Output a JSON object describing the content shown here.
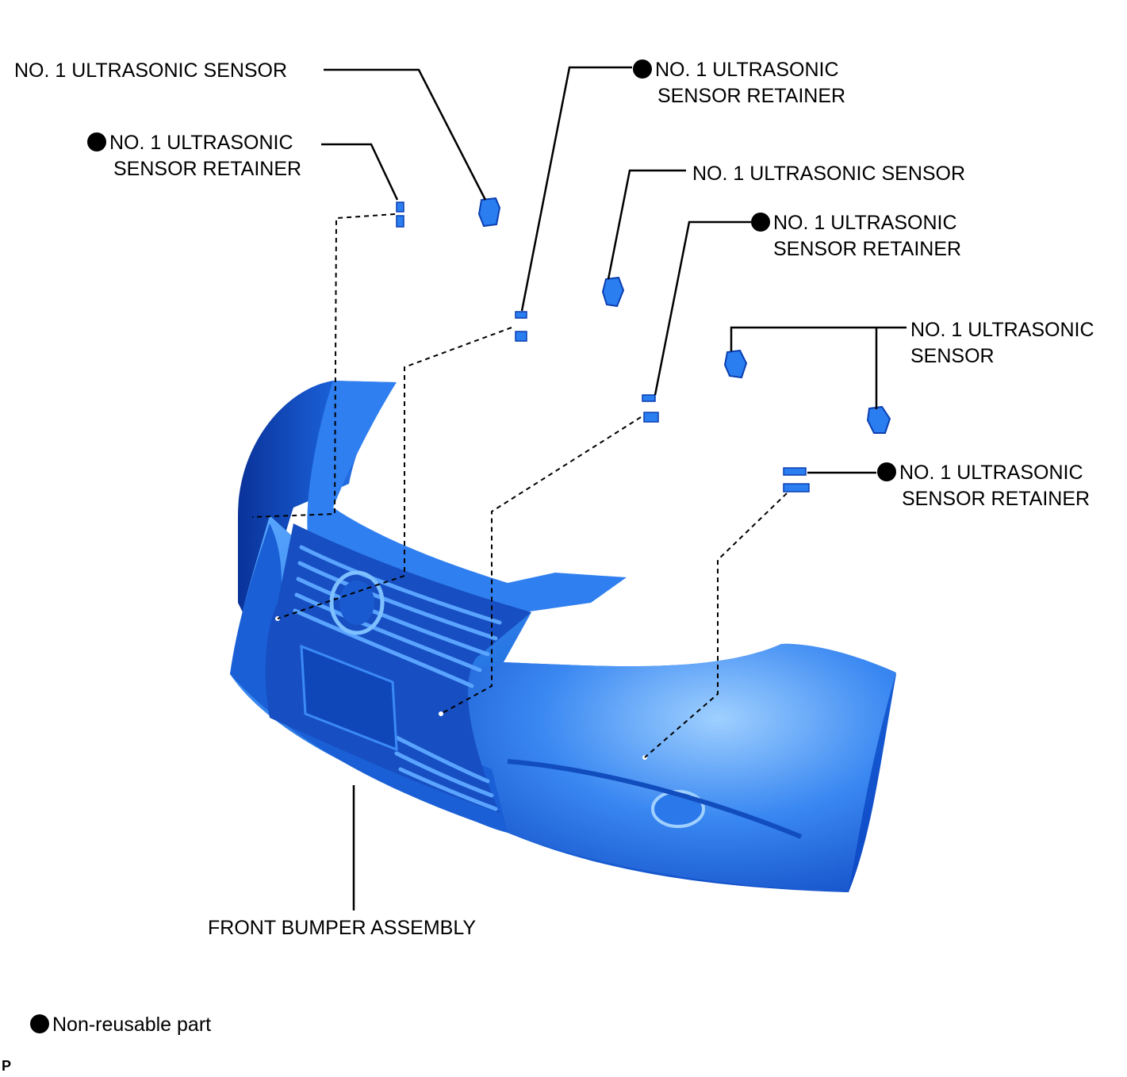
{
  "labels": {
    "sensor_top_left": "NO. 1 ULTRASONIC SENSOR",
    "retainer_left_line1": "NO. 1 ULTRASONIC",
    "retainer_left_line2": "SENSOR RETAINER",
    "retainer_top_center_line1": "NO. 1 ULTRASONIC",
    "retainer_top_center_line2": "SENSOR RETAINER",
    "sensor_center": "NO. 1 ULTRASONIC SENSOR",
    "retainer_center_line1": "NO. 1 ULTRASONIC",
    "retainer_center_line2": "SENSOR RETAINER",
    "sensor_right_line1": "NO. 1 ULTRASONIC",
    "sensor_right_line2": "SENSOR",
    "retainer_right_line1": "NO. 1 ULTRASONIC",
    "retainer_right_line2": "SENSOR RETAINER",
    "bumper": "FRONT BUMPER ASSEMBLY"
  },
  "legend": {
    "symbol_icon": "filled-circle-icon",
    "text": "Non-reusable part"
  },
  "corner_mark": "P",
  "colors": {
    "bumper": "#1f6fe0",
    "bumper_dark": "#0b3fb0",
    "bumper_light": "#6fb4ff",
    "parts": "#2a7ef0",
    "lines": "#000000"
  }
}
